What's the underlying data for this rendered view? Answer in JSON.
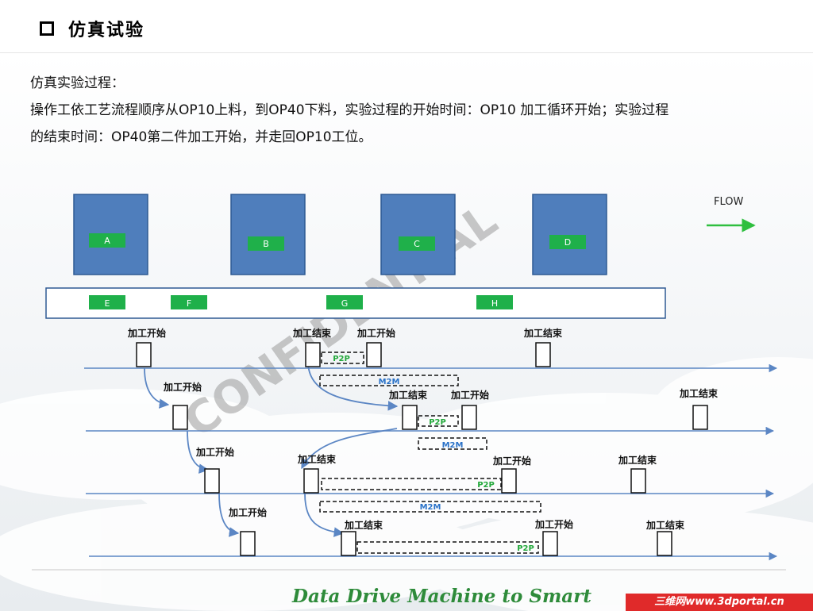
{
  "header": {
    "title": "仿真试验"
  },
  "intro": {
    "line1": "仿真实验过程：",
    "line2": "操作工依工艺流程顺序从OP10上料，到OP40下料，实验过程的开始时间：OP10 加工循环开始；实验过程",
    "line3": "的结束时间：OP40第二件加工开始，并走回OP10工位。"
  },
  "diagram": {
    "watermark": "CONFIDENTIAL",
    "flow_label": "FLOW",
    "machines": [
      {
        "id": "A"
      },
      {
        "id": "B"
      },
      {
        "id": "C"
      },
      {
        "id": "D"
      }
    ],
    "stations": [
      {
        "id": "E"
      },
      {
        "id": "F"
      },
      {
        "id": "G"
      },
      {
        "id": "H"
      }
    ],
    "labels": {
      "start": "加工开始",
      "end": "加工结束",
      "p2p": "P2P",
      "m2m": "M2M"
    },
    "colors": {
      "machine_fill": "#4f7ebc",
      "tag_green": "#1fb04a",
      "timeline": "#5b86c4",
      "flow_arrow": "#2fbf3f",
      "p2p_text": "#22a83a",
      "m2m_text": "#2a72c8"
    }
  },
  "footer": {
    "slogan": "Data Drive Machine to Smart",
    "site": "三维网www.3dportal.cn"
  }
}
